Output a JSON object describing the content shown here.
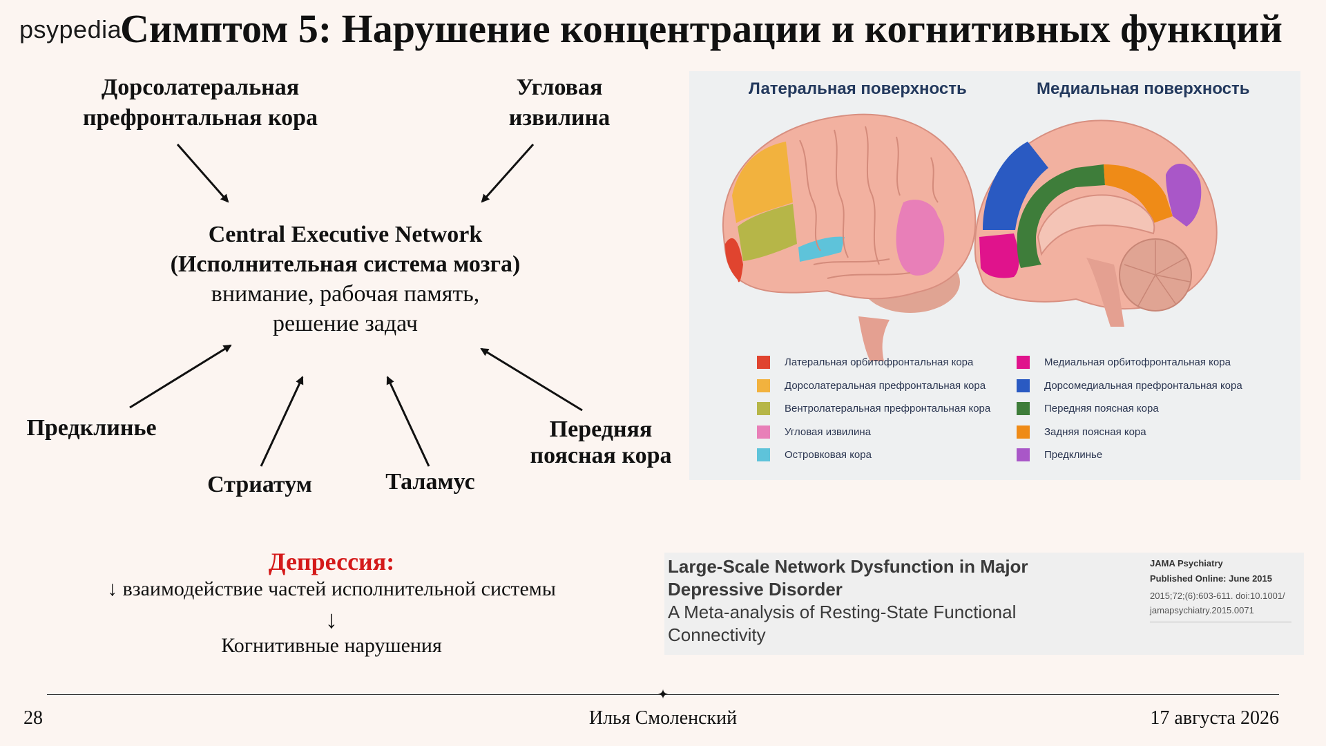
{
  "logo": "psypedia",
  "title": "Симптом 5: Нарушение концентрации и когнитивных функций",
  "nodes": {
    "dlpfc": [
      "Дорсолатеральная",
      "префронтальная кора"
    ],
    "angular": [
      "Угловая",
      "извилина"
    ],
    "precuneus": "Предклинье",
    "striatum": "Стриатум",
    "thalamus": "Таламус",
    "acc": [
      "Передняя",
      "поясная кора"
    ]
  },
  "center": {
    "name_en": "Central Executive Network",
    "name_ru": "(Исполнительная система мозга)",
    "functions_1": "внимание, рабочая память,",
    "functions_2": "решение задач"
  },
  "brain_figure": {
    "lateral_heading": "Латеральная поверхность",
    "medial_heading": "Медиальная поверхность",
    "legend_lateral": [
      {
        "label": "Латеральная орбитофронтальная кора",
        "color": "#e0442f"
      },
      {
        "label": "Дорсолатеральная префронтальная кора",
        "color": "#f2b23e"
      },
      {
        "label": "Вентролатеральная префронтальная кора",
        "color": "#b6b648"
      },
      {
        "label": "Угловая извилина",
        "color": "#e87fb8"
      },
      {
        "label": "Островковая кора",
        "color": "#5ec3da"
      }
    ],
    "legend_medial": [
      {
        "label": "Медиальная орбитофронтальная кора",
        "color": "#e0138c"
      },
      {
        "label": "Дорсомедиальная префронтальная кора",
        "color": "#2a5ac2"
      },
      {
        "label": "Передняя поясная кора",
        "color": "#3e7d3a"
      },
      {
        "label": "Задняя поясная кора",
        "color": "#ef8b17"
      },
      {
        "label": "Предклинье",
        "color": "#a957c8"
      }
    ]
  },
  "depression": {
    "title": "Депрессия:",
    "line1": "↓ взаимодействие частей исполнительной системы",
    "arrow": "↓",
    "line2": "Когнитивные нарушения"
  },
  "paper": {
    "title": "Large-Scale Network Dysfunction in Major Depressive Disorder",
    "subtitle": "A Meta-analysis of Resting-State Functional Connectivity",
    "journal": "JAMA Psychiatry",
    "published": "Published Online: June 2015",
    "citation": "2015;72;(6):603-611. doi:10.1001/ jamapsychiatry.2015.0071"
  },
  "footer": {
    "page": "28",
    "author": "Илья Смоленский",
    "date": "17 августа 2026"
  },
  "colors": {
    "background": "#fcf5f1",
    "accent_red": "#d41a1a",
    "panel_bg": "#eef0f1"
  }
}
